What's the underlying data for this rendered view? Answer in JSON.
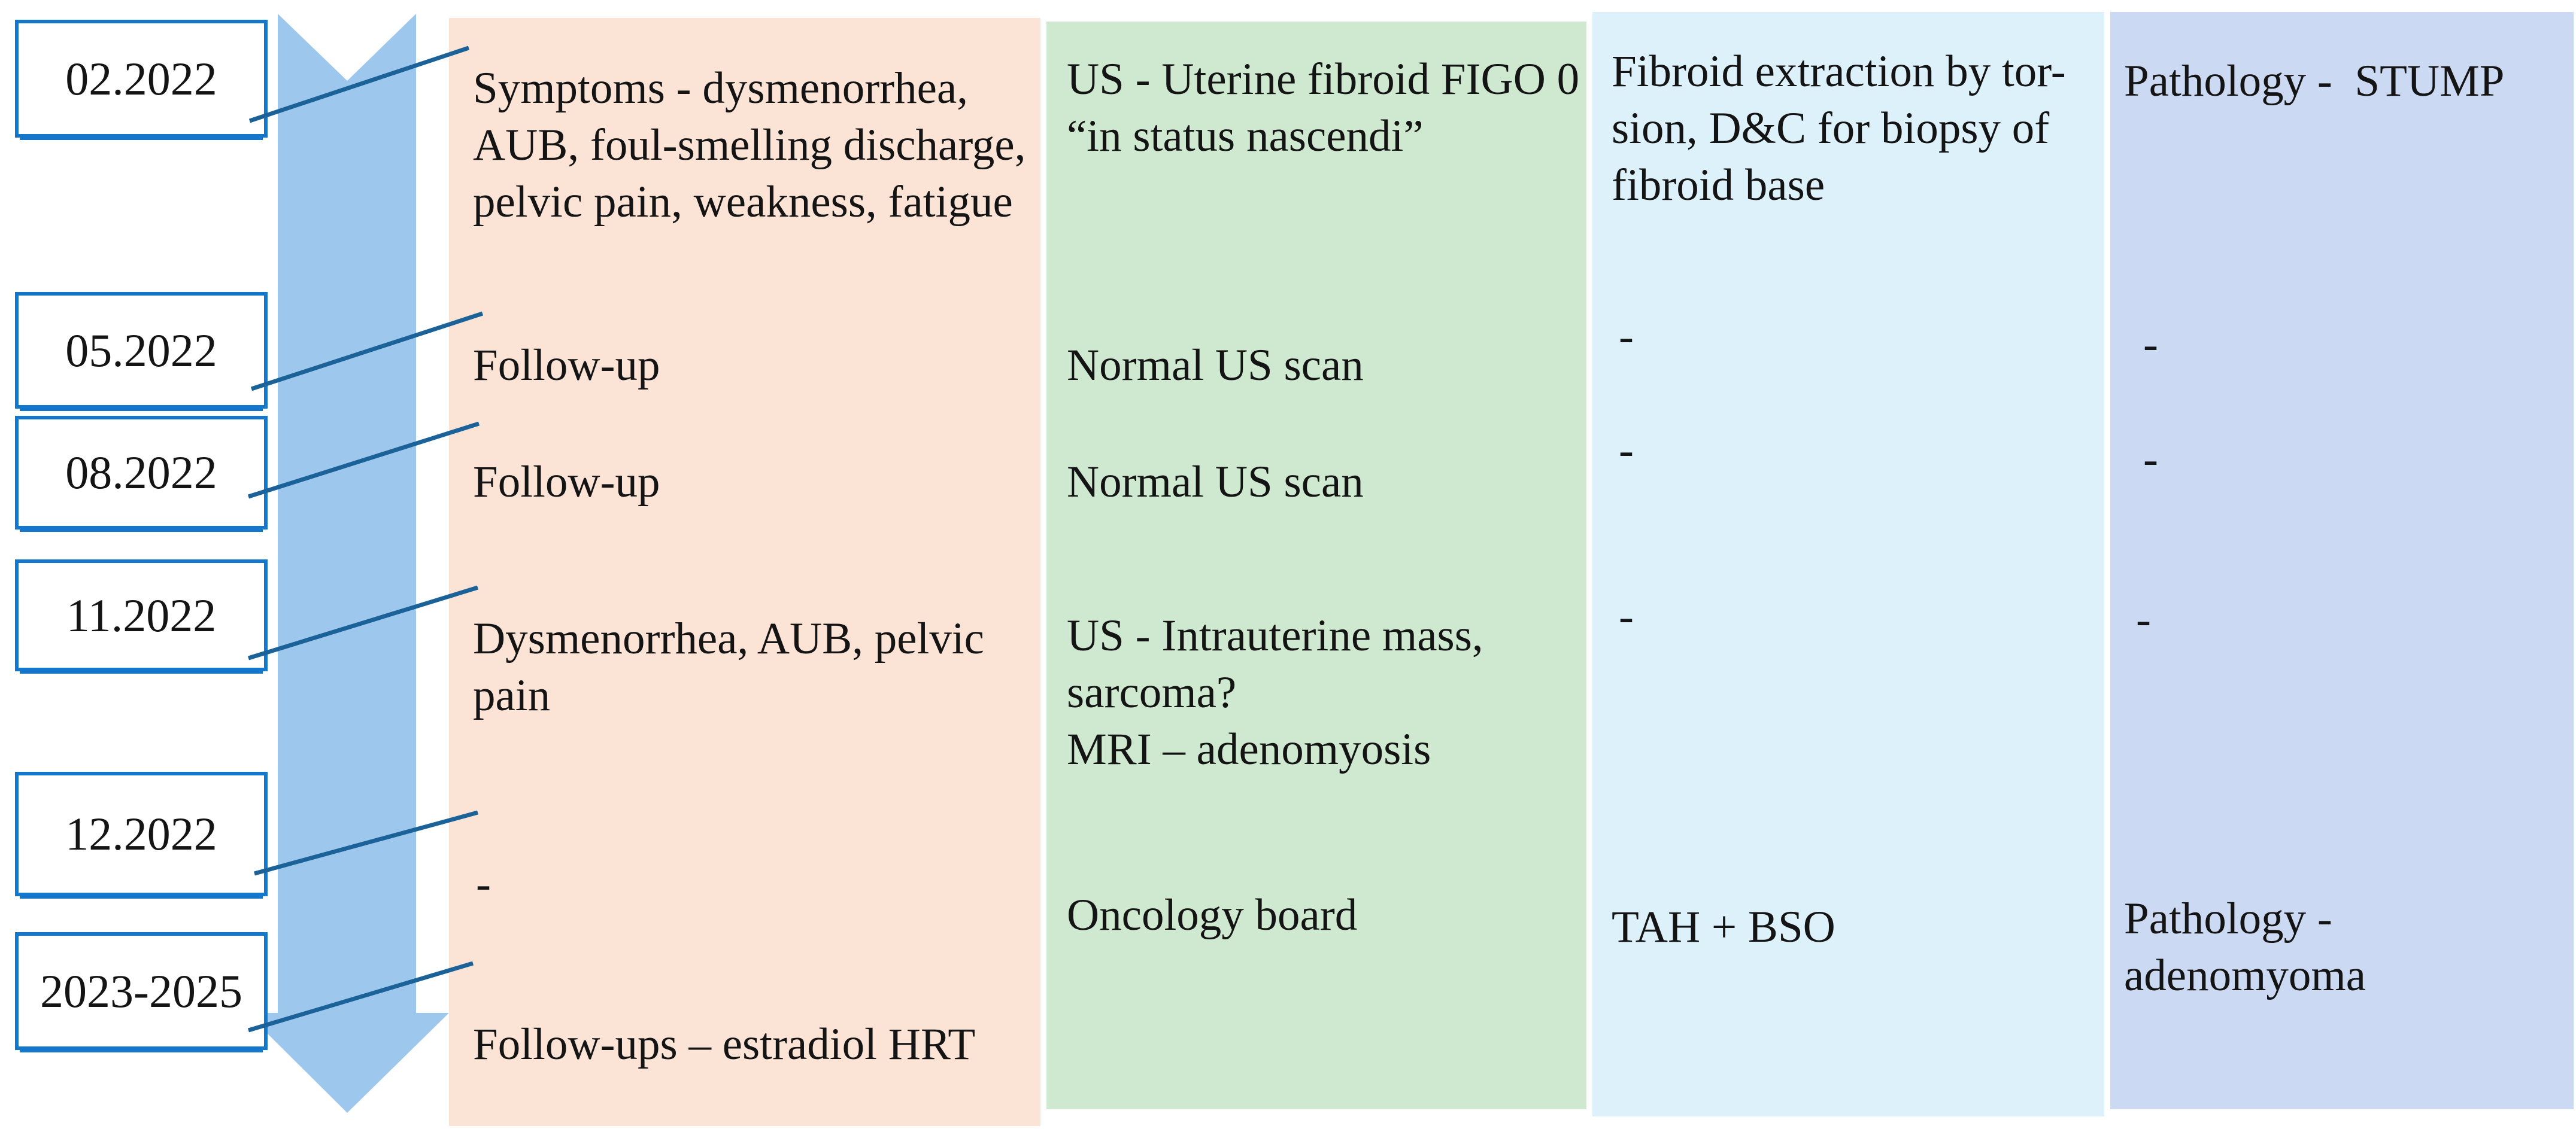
{
  "figure": {
    "type": "timeline-diagram",
    "direction": "down",
    "dates": [
      "02.2022",
      "05.2022",
      "08.2022",
      "11.2022",
      "12.2022",
      "2023-2025"
    ],
    "columns": {
      "symptoms": {
        "color": "#FBE3D6",
        "cells": [
          "Symptoms - dysmenorrhea,\nAUB, foul-smelling discharge,\npelvic pain, weakness, fatigue",
          "Follow-up",
          "Follow-up",
          "Dysmenorrhea, AUB, pelvic\npain",
          "-",
          "Follow-ups – estradiol HRT"
        ]
      },
      "imaging": {
        "color": "#CEE9D0",
        "cells": [
          "US - Uterine fibroid FIGO 0\n“in status nascendi”",
          "Normal US scan",
          "Normal US scan",
          "US - Intrauterine mass,\nsarcoma?\nMRI – adenomyosis",
          "Oncology board"
        ]
      },
      "procedures": {
        "color": "#DDF1FA",
        "cells": [
          "Fibroid extraction by tor-\nsion, D&C for biopsy of\nfibroid base",
          "-",
          "-",
          "-",
          "TAH + BSO"
        ]
      },
      "pathology": {
        "color": "#CBD9F3",
        "cells": [
          "Pathology -  STUMP",
          "-",
          "-",
          "-",
          "Pathology -\nadenomyoma"
        ]
      }
    },
    "arrow_color": "#9DC7EC",
    "box_border_color": "#1477CC",
    "connector_color": "#1A6298",
    "text_color": "#141414"
  }
}
